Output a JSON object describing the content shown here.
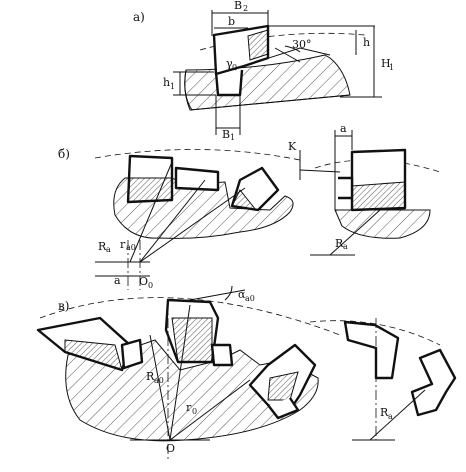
{
  "panels": {
    "a": {
      "label": "а)",
      "dims": {
        "B2": "B",
        "B2_sub": "2",
        "b": "b",
        "angle": "30°",
        "h": "h",
        "H1": "H",
        "H1_sub": "1",
        "h1": "h",
        "h1_sub": "1",
        "B1": "B",
        "B1_sub": "1",
        "gamma": "γ",
        "gamma_sub": "0"
      }
    },
    "b": {
      "label": "б)",
      "dims": {
        "Ra": "R",
        "Ra_sub": "a",
        "Ra0": "r",
        "Ra0_sub": "a0",
        "a": "a",
        "O0": "O",
        "O0_sub": "0",
        "K": "K",
        "a2": "a",
        "Ra2": "R",
        "Ra2_sub": "a"
      }
    },
    "v": {
      "label": "в)",
      "dims": {
        "alpha": "α",
        "alpha_sub": "a0",
        "Ra0": "R",
        "Ra0_sub": "a0",
        "r0": "r",
        "r0_sub": "0",
        "O": "O",
        "Ra": "R",
        "Ra_sub": "a"
      }
    }
  }
}
